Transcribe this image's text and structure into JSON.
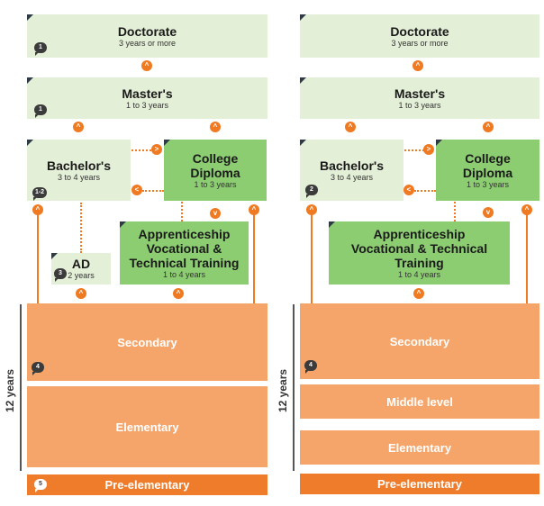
{
  "colors": {
    "light_green": "#e3efd6",
    "dark_green": "#8ccd72",
    "orange_light": "#f5a56a",
    "orange_strong": "#ef7c2a",
    "arrow": "#f07a22"
  },
  "left": {
    "doctorate": {
      "title": "Doctorate",
      "sub": "3 years or more",
      "note": "1"
    },
    "masters": {
      "title": "Master's",
      "sub": "1 to 3 years",
      "note": "1"
    },
    "bachelors": {
      "title": "Bachelor's",
      "sub": "3 to 4 years",
      "note": "1-2"
    },
    "college": {
      "title1": "College",
      "title2": "Diploma",
      "sub": "1 to 3 years"
    },
    "ad": {
      "title": "AD",
      "sub": "2 years",
      "note": "3"
    },
    "apprenticeship": {
      "title1": "Apprenticeship",
      "title2": "Vocational &",
      "title3": "Technical Training",
      "sub": "1 to 4 years"
    },
    "secondary": "Secondary",
    "elementary": "Elementary",
    "preelementary": "Pre-elementary",
    "age": "12 years",
    "note_school": "4",
    "note_pre": "5"
  },
  "right": {
    "doctorate": {
      "title": "Doctorate",
      "sub": "3 years or more"
    },
    "masters": {
      "title": "Master's",
      "sub": "1 to 3 years"
    },
    "bachelors": {
      "title": "Bachelor's",
      "sub": "3 to 4 years",
      "note": "2"
    },
    "college": {
      "title1": "College",
      "title2": "Diploma",
      "sub": "1 to 3 years"
    },
    "apprenticeship": {
      "title1": "Apprenticeship",
      "title2": "Vocational & Technical",
      "title3": "Training",
      "sub": "1 to 4 years"
    },
    "secondary": "Secondary",
    "middle": "Middle level",
    "elementary": "Elementary",
    "preelementary": "Pre-elementary",
    "age": "12 years",
    "note_school": "4"
  },
  "arrow_glyphs": {
    "up": "^",
    "right": ">",
    "left": "<",
    "down": "v"
  }
}
